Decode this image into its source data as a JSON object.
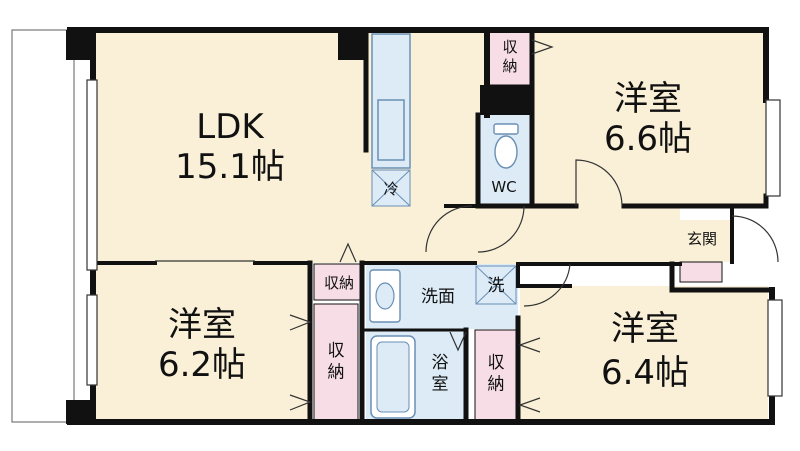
{
  "rooms": {
    "ldk": {
      "name": "LDK",
      "size": "15.1帖"
    },
    "western_ne": {
      "name": "洋室",
      "size": "6.6帖"
    },
    "western_sw": {
      "name": "洋室",
      "size": "6.2帖"
    },
    "western_se": {
      "name": "洋室",
      "size": "6.4帖"
    },
    "toilet": "WC",
    "washroom": "洗面",
    "bathroom": "浴室",
    "entrance": "玄関",
    "fridge": "冷",
    "washer": "洗"
  },
  "storage": {
    "top": "収納",
    "hall": "収納",
    "sw_room": "収納",
    "se_room": "収納"
  },
  "colors": {
    "floor": "#faf0d7",
    "storage": "#f6dde6",
    "wet_area": "#dcebf6",
    "wall": "#111111",
    "fixture_outline": "#6a8fb5"
  }
}
